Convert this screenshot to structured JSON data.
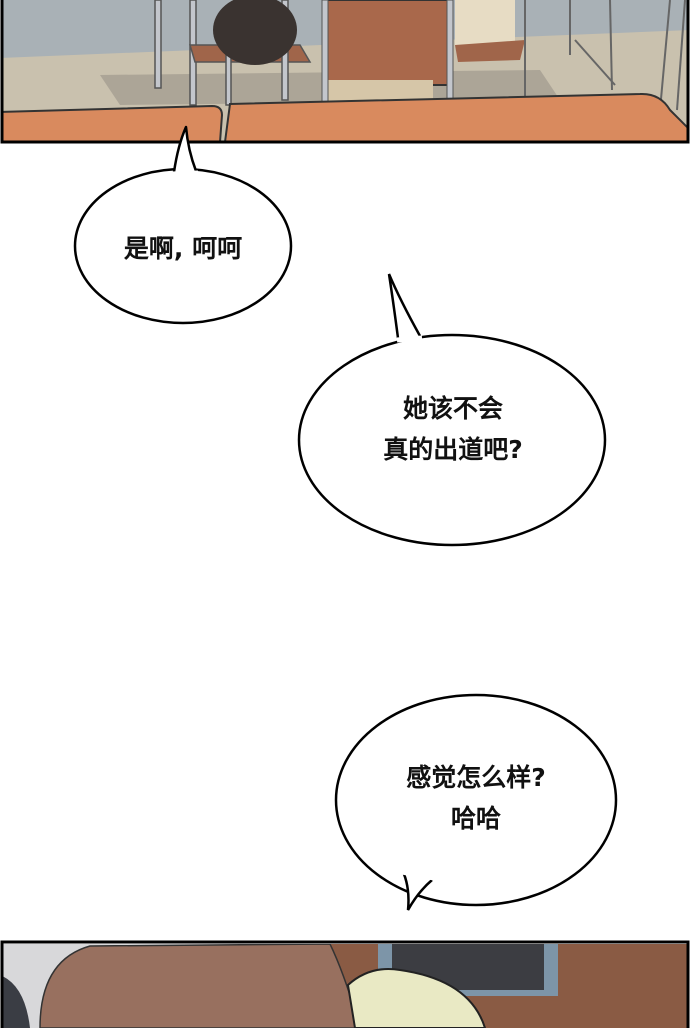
{
  "bubbles": [
    {
      "lines": [
        "是啊, 呵呵"
      ]
    },
    {
      "lines": [
        "她该不会",
        "真的出道吧?"
      ]
    },
    {
      "lines": [
        "感觉怎么样?",
        "哈哈"
      ]
    }
  ],
  "colors": {
    "desk": "#d98a5e",
    "floor": "#c9c1ae",
    "wall": "#a9b1b6",
    "hair_brown": "#98705f",
    "hair_blonde": "#e9e9c4"
  }
}
